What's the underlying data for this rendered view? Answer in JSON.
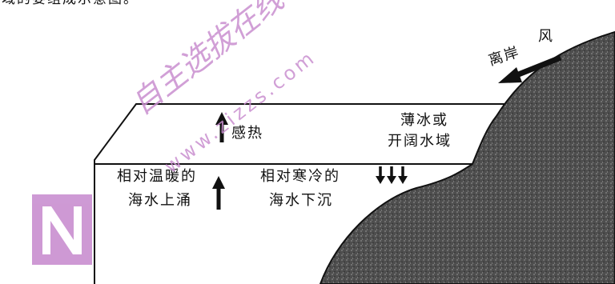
{
  "header_fragment": "域的要组成示意图。",
  "wind": {
    "label_1": "离岸",
    "label_2": "风"
  },
  "labels": {
    "sensible_heat": "感热",
    "thin_ice_1": "薄冰或",
    "thin_ice_2": "开阔水域",
    "warm_water_1": "相对温暖的",
    "warm_water_2": "海水上涌",
    "cold_water_1": "相对寒冷的",
    "cold_water_2": "海水下沉"
  },
  "watermark": {
    "logo_text": "自主选拔在线",
    "url_text": "www.zizzs.com",
    "color": "#c98fd0"
  },
  "colors": {
    "land": "#5a5a5a",
    "line": "#111111",
    "watermark": "#c98fd0"
  }
}
